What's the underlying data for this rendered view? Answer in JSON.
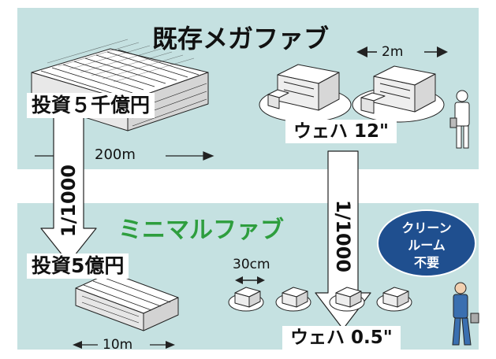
{
  "top": {
    "title": "既存メガファブ",
    "cost_label": "投資５千億円",
    "width_label": "200m",
    "tool_size_label": "2m",
    "wafer_label": "ウェハ 12\""
  },
  "bottom": {
    "title": "ミニマルファブ",
    "cost_label": "投資5億円",
    "width_label": "10m",
    "tool_size_label": "30cm",
    "wafer_label": "ウェハ 0.5\"",
    "badge_lines": [
      "クリーン",
      "ルーム",
      "不要"
    ]
  },
  "arrows": {
    "cost_ratio": "1/1000",
    "wafer_ratio": "1/1000"
  },
  "colors": {
    "panel": "#c5e1e1",
    "title_minimal": "#2e9e3e",
    "badge": "#1f4f8f",
    "worker": "#3a6fb0"
  }
}
